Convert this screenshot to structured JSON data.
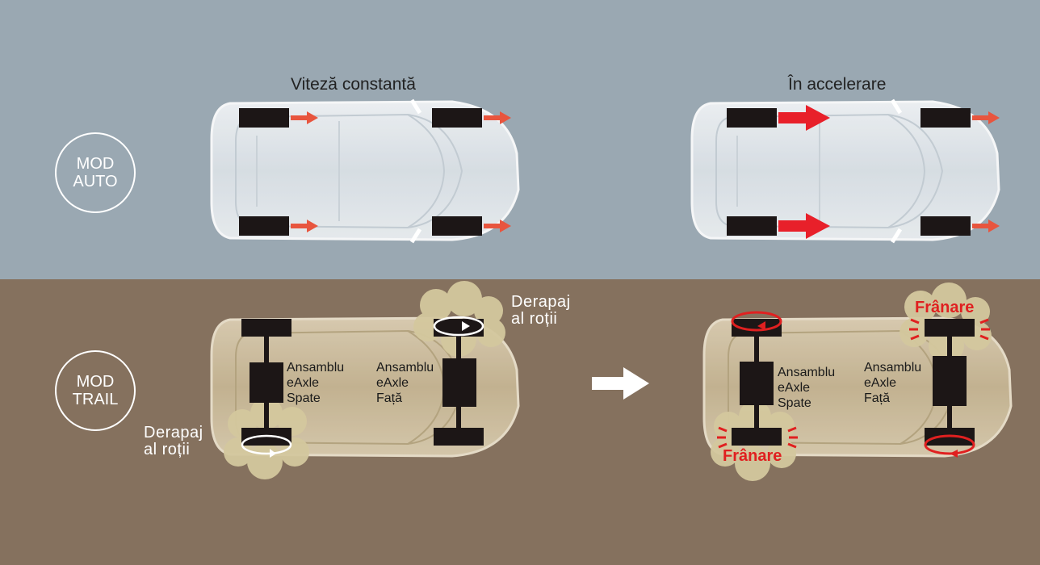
{
  "panels": {
    "top": {
      "background": "#9aa8b2"
    },
    "bottom": {
      "background": "#85715e"
    }
  },
  "modes": {
    "auto": {
      "line1": "MOD",
      "line2": "AUTO"
    },
    "trail": {
      "line1": "MOD",
      "line2": "TRAIL"
    }
  },
  "titles": {
    "constant": "Viteză constantă",
    "accelerating": "În accelerare"
  },
  "labels": {
    "rear_unit": [
      "Ansamblu",
      "eAxle",
      "Spate"
    ],
    "front_unit": [
      "Ansamblu",
      "eAxle",
      "Față"
    ],
    "wheel_slip": [
      "Derapaj",
      "al roții"
    ],
    "braking": "Frânare"
  },
  "colors": {
    "torque_arrow": "#e8553e",
    "strong_arrow": "#e8202a",
    "brake": "#e02020",
    "wheel": "#1c1616",
    "dust_cloud": "#cfc29a"
  },
  "icons": [
    "right-arrow-icon",
    "rotation-arrow-icon",
    "brake-caliper-icon",
    "dust-cloud-icon"
  ]
}
